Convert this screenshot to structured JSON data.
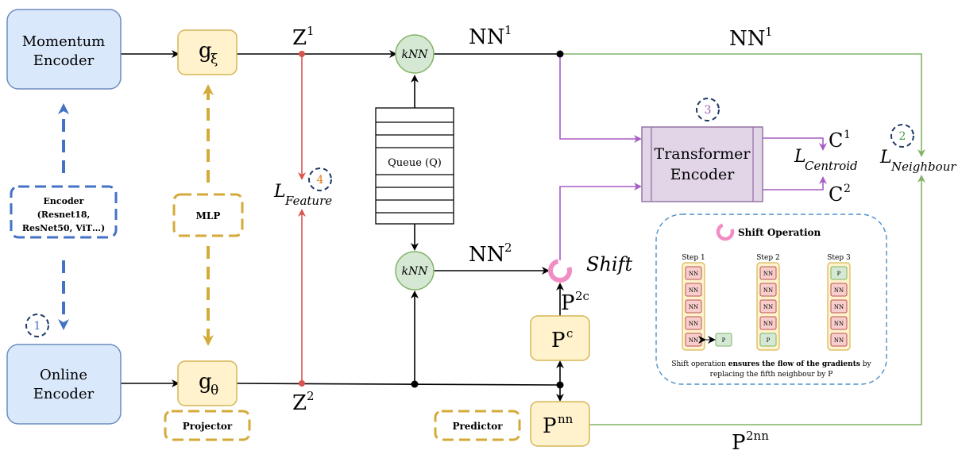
{
  "blocks": {
    "momentum_encoder": [
      "Momentum",
      "Encoder"
    ],
    "online_encoder": [
      "Online",
      "Encoder"
    ],
    "g_xi": "g",
    "g_xi_sub": "ξ",
    "g_theta": "g",
    "g_theta_sub": "θ",
    "p_c": "P",
    "p_c_sup": "c",
    "p_nn": "P",
    "p_nn_sup": "nn",
    "knn_top": "kNN",
    "knn_bottom": "kNN",
    "queue": "Queue (Q)",
    "transformer": [
      "Transformer",
      "Encoder"
    ]
  },
  "dashed_boxes": {
    "encoder": [
      "Encoder",
      "(Resnet18,",
      "ResNet50, ViT…)"
    ],
    "mlp": "MLP",
    "projector": "Projector",
    "predictor": "Predictor"
  },
  "labels": {
    "z1": "Z",
    "z1_sup": "1",
    "z2": "Z",
    "z2_sup": "2",
    "nn1_mid": "NN",
    "nn1_mid_sup": "1",
    "nn1_right": "NN",
    "nn1_right_sup": "1",
    "nn2": "NN",
    "nn2_sup": "2",
    "p2c": "P",
    "p2c_sup": "2c",
    "p2nn": "P",
    "p2nn_sup": "2nn",
    "c1": "C",
    "c1_sup": "1",
    "c2": "C",
    "c2_sup": "2",
    "shift": "Shift",
    "l_feature": "L",
    "l_feature_sub": "Feature",
    "l_centroid": "L",
    "l_centroid_sub": "Centroid",
    "l_neighbour": "L",
    "l_neighbour_sub": "Neighbour"
  },
  "step_badges": [
    "1",
    "2",
    "3",
    "4"
  ],
  "shift_panel": {
    "title": "Shift Operation",
    "steps": [
      "Step 1",
      "Step 2",
      "Step 3"
    ],
    "step1_cells": [
      "NN",
      "NN",
      "NN",
      "NN",
      "NN"
    ],
    "step2_cells": [
      "NN",
      "NN",
      "NN",
      "NN",
      "P"
    ],
    "step3_cells": [
      "P",
      "NN",
      "NN",
      "NN",
      "NN"
    ],
    "extra_cell": "P",
    "caption_1a": "Shift operation ",
    "caption_1b": "ensures the flow of the gradients",
    "caption_1c": " by",
    "caption_2": "replacing the fifth neighbour by P"
  },
  "colors": {
    "blue_fill": "#dae8fc",
    "blue_stroke": "#6c8ebf",
    "yellow_fill": "#fff2cc",
    "yellow_stroke": "#d6b656",
    "green_fill": "#d5e8d4",
    "green_stroke": "#82b366",
    "purple_fill": "#e1d5e7",
    "purple_stroke": "#9673a6",
    "red_line": "#d9534f",
    "green_line": "#82b366",
    "purple_line": "#a75bc4",
    "dashed_blue": "#4472c4",
    "dashed_gold": "#d4aa3a",
    "pink_shift": "#f08ec4"
  }
}
